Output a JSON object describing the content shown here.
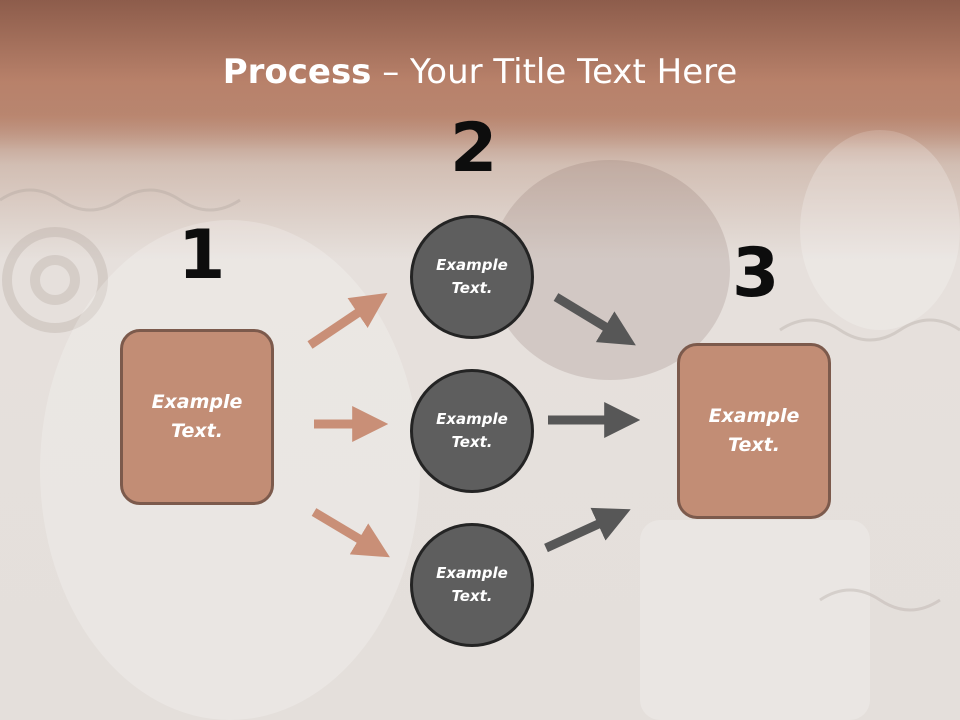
{
  "slide": {
    "title_bold": "Process",
    "title_rest": " – Your Title Text Here"
  },
  "steps": {
    "one": {
      "number": "1",
      "text": "Example\nText."
    },
    "two": {
      "number": "2"
    },
    "three": {
      "number": "3",
      "text": "Example\nText."
    }
  },
  "circles": [
    {
      "text": "Example\nText."
    },
    {
      "text": "Example\nText."
    },
    {
      "text": "Example\nText."
    }
  ],
  "colors": {
    "box_fill": "#c28d75",
    "box_border": "#7c5a4c",
    "circle_fill": "#5e5e5e",
    "arrow_in": "#c98f77",
    "arrow_out": "#575757",
    "header": "#b07a63"
  }
}
